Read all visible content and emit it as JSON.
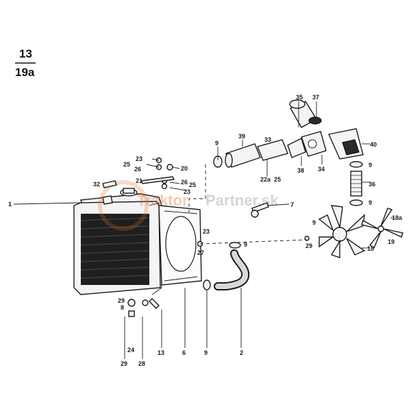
{
  "header": {
    "page_top": "13",
    "page_bottom": "19a"
  },
  "watermark": {
    "text_a": "Traktor",
    "text_b": "Partner.sk",
    "color_a": "#e06a1f",
    "color_b": "#9a9a9a"
  },
  "labels": [
    {
      "id": "1",
      "text": "1"
    },
    {
      "id": "2",
      "text": "2"
    },
    {
      "id": "6",
      "text": "6"
    },
    {
      "id": "7",
      "text": "7"
    },
    {
      "id": "8",
      "text": "8"
    },
    {
      "id": "9a",
      "text": "9"
    },
    {
      "id": "9b",
      "text": "9"
    },
    {
      "id": "9c",
      "text": "9"
    },
    {
      "id": "9d",
      "text": "9"
    },
    {
      "id": "9e",
      "text": "9"
    },
    {
      "id": "9f",
      "text": "9"
    },
    {
      "id": "13",
      "text": "13"
    },
    {
      "id": "18",
      "text": "18"
    },
    {
      "id": "18a",
      "text": "18a"
    },
    {
      "id": "19",
      "text": "19"
    },
    {
      "id": "20",
      "text": "20"
    },
    {
      "id": "21",
      "text": "21"
    },
    {
      "id": "22a",
      "text": "22a"
    },
    {
      "id": "23a",
      "text": "23"
    },
    {
      "id": "23b",
      "text": "23"
    },
    {
      "id": "23c",
      "text": "23"
    },
    {
      "id": "24",
      "text": "24"
    },
    {
      "id": "25a",
      "text": "25"
    },
    {
      "id": "25b",
      "text": "25"
    },
    {
      "id": "25c",
      "text": "25"
    },
    {
      "id": "26a",
      "text": "26"
    },
    {
      "id": "26b",
      "text": "26"
    },
    {
      "id": "27",
      "text": "27"
    },
    {
      "id": "28",
      "text": "28"
    },
    {
      "id": "29a",
      "text": "29"
    },
    {
      "id": "29b",
      "text": "29"
    },
    {
      "id": "29c",
      "text": "29"
    },
    {
      "id": "32",
      "text": "32"
    },
    {
      "id": "33",
      "text": "33"
    },
    {
      "id": "34",
      "text": "34"
    },
    {
      "id": "35",
      "text": "35"
    },
    {
      "id": "36",
      "text": "36"
    },
    {
      "id": "37",
      "text": "37"
    },
    {
      "id": "38",
      "text": "38"
    },
    {
      "id": "39",
      "text": "39"
    },
    {
      "id": "40",
      "text": "40"
    }
  ]
}
